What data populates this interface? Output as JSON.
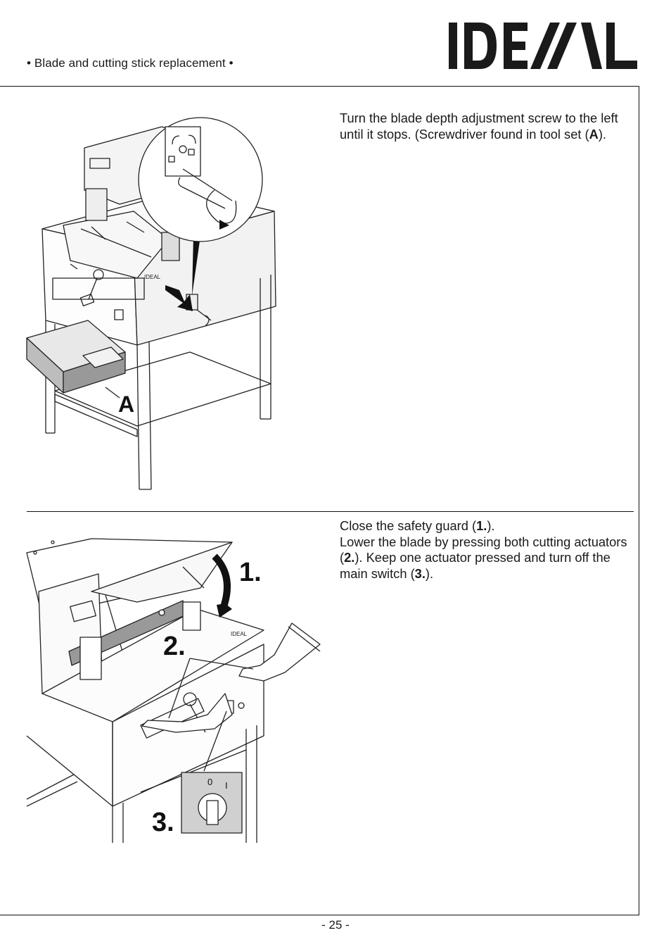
{
  "header": {
    "section_title": "• Blade and cutting stick replacement •",
    "logo_text": "IDEAL"
  },
  "steps": [
    {
      "text_parts": [
        "Turn the blade depth adjustment screw to the left until it stops. (Screwdriver found in tool set (",
        "A",
        ")."
      ],
      "figure": {
        "callouts": [
          "A"
        ]
      }
    },
    {
      "lines": [
        [
          "Close the safety guard (",
          "1.",
          ")."
        ],
        [
          "Lower the blade by pressing both cutting actuators (",
          "2.",
          "). Keep one actuator pressed and turn off the main switch (",
          "3.",
          ")."
        ]
      ],
      "figure": {
        "callouts": [
          "1.",
          "2.",
          "3."
        ],
        "switch_labels": [
          "0",
          "I"
        ]
      }
    }
  ],
  "footer": {
    "page_number": "- 25 -"
  }
}
